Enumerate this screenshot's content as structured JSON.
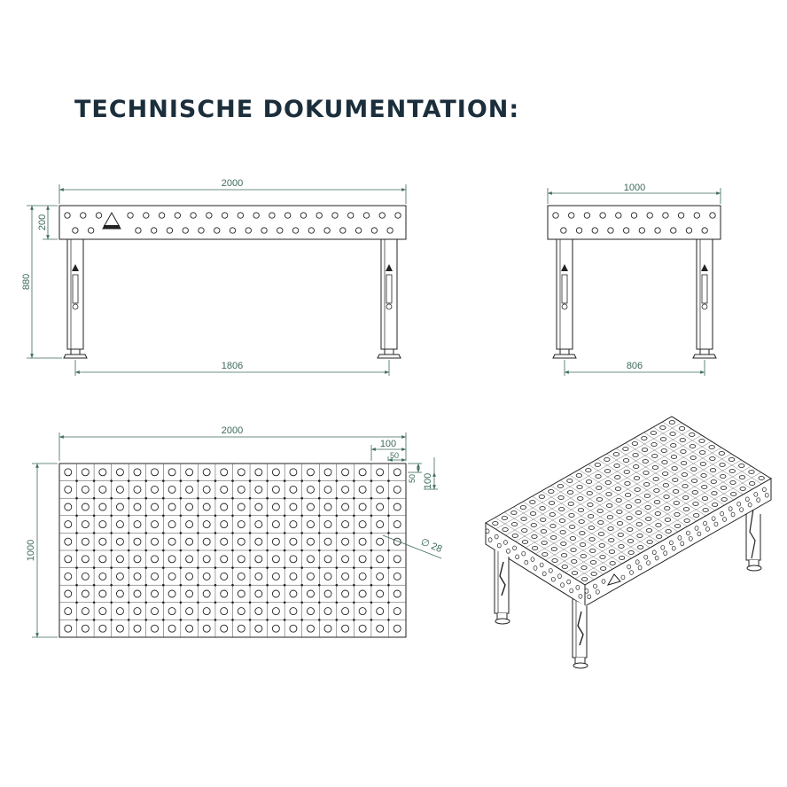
{
  "title": "TECHNISCHE DOKUMENTATION:",
  "colors": {
    "title": "#1b2e3c",
    "dimension": "#3d6a5c",
    "line": "#222222"
  },
  "front_view": {
    "length": "2000",
    "height": "880",
    "top_thickness": "200",
    "leg_span": "1806"
  },
  "side_view": {
    "width": "1000",
    "leg_span": "806"
  },
  "top_view": {
    "length": "2000",
    "width": "1000",
    "grid_pitch": "100",
    "hole_offset": "50",
    "hole_offset_vertical": "50",
    "grid_pitch_vertical": "100",
    "hole_diameter": "∅ 28"
  },
  "grid": {
    "columns": 20,
    "rows": 10
  },
  "icons": [
    "brand-logo-icon",
    "leg-logo-icon"
  ]
}
